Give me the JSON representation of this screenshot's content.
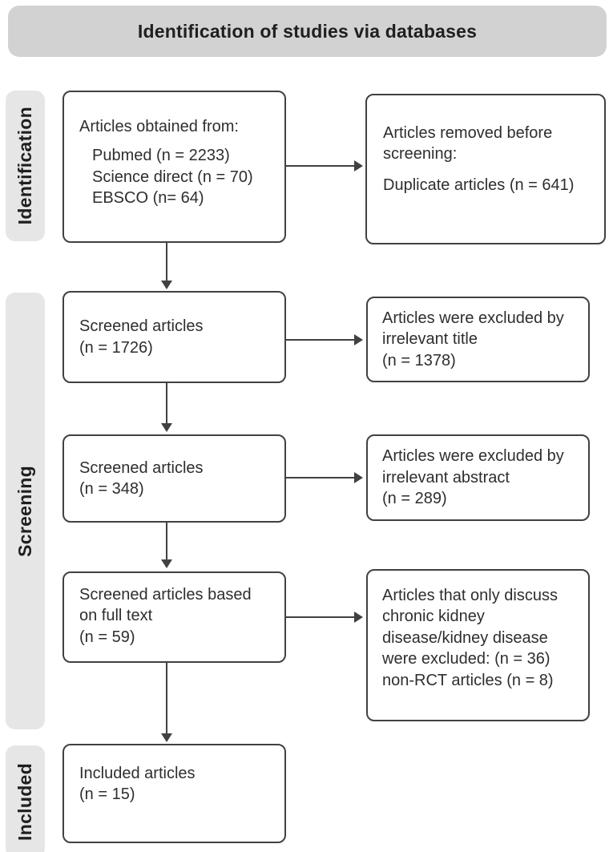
{
  "header": {
    "title": "Identification of studies via databases"
  },
  "stages": {
    "identification": "Identification",
    "screening": "Screening",
    "included": "Included"
  },
  "flow": {
    "sources": {
      "intro": "Articles obtained from:",
      "items": [
        "Pubmed (n = 2233)",
        "Science direct (n = 70)",
        "EBSCO (n= 64)"
      ]
    },
    "removed_before_screening": {
      "lines": [
        "Articles removed before",
        "screening:"
      ],
      "detail": "Duplicate articles (n = 641)"
    },
    "screened_title": {
      "lines": [
        "Screened articles",
        "(n = 1726)"
      ]
    },
    "excluded_by_title": {
      "lines": [
        "Articles were excluded by",
        "irrelevant title",
        "(n = 1378)"
      ]
    },
    "screened_abstract": {
      "lines": [
        "Screened articles",
        "(n = 348)"
      ]
    },
    "excluded_by_abstract": {
      "lines": [
        "Articles were excluded by",
        "irrelevant abstract",
        "(n = 289)"
      ]
    },
    "screened_fulltext": {
      "lines": [
        "Screened articles based",
        "on full text",
        "(n = 59)"
      ]
    },
    "excluded_fulltext": {
      "lines": [
        "Articles that only discuss",
        "chronic kidney",
        "disease/kidney disease",
        "were excluded: (n = 36)",
        "non-RCT articles (n = 8)"
      ]
    },
    "included_articles": {
      "lines": [
        "Included articles",
        "(n = 15)"
      ]
    }
  },
  "colors": {
    "header_bg": "#d2d2d2",
    "stage_bg": "#e6e6e6",
    "box_border": "#414141",
    "arrow": "#414141",
    "text": "#2e2e2e"
  }
}
